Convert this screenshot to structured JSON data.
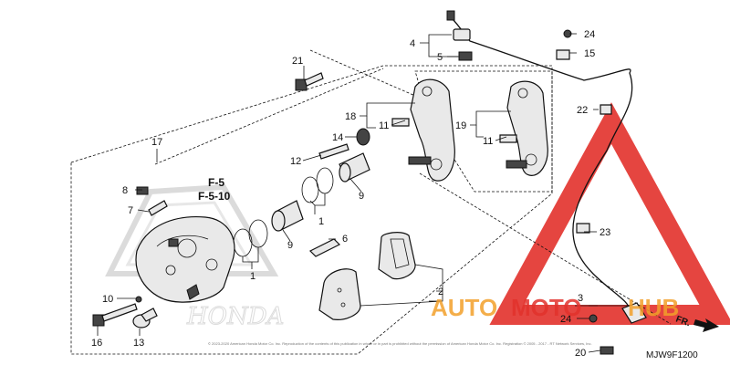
{
  "references": [
    "F-5",
    "F-5-10"
  ],
  "callouts": {
    "c1a": "1",
    "c1b": "1",
    "c2": "2",
    "c3": "3",
    "c4": "4",
    "c5": "5",
    "c6": "6",
    "c7": "7",
    "c8": "8",
    "c9a": "9",
    "c9b": "9",
    "c10": "10",
    "c11a": "11",
    "c11b": "11",
    "c12": "12",
    "c13": "13",
    "c14": "14",
    "c15": "15",
    "c16": "16",
    "c17": "17",
    "c18": "18",
    "c19": "19",
    "c20": "20",
    "c21": "21",
    "c22": "22",
    "c23": "23",
    "c24a": "24",
    "c24b": "24"
  },
  "diagram_code": "MJW9F1200",
  "direction_label": "FR.",
  "watermark": {
    "auto": "AUTO",
    "moto": "MOTO",
    "hub": "HUB",
    "red": "#e2312b",
    "orange": "#f2a02a"
  },
  "background_logo": "HONDA",
  "copyright": "© 2023-2020 American Honda Motor Co. Inc. Reproduction of the contents of this publication in whole or in part is prohibited without the permission of American Honda Motor Co. Inc. Registration © 2005 - 2017 - RT Network Services, Inc."
}
